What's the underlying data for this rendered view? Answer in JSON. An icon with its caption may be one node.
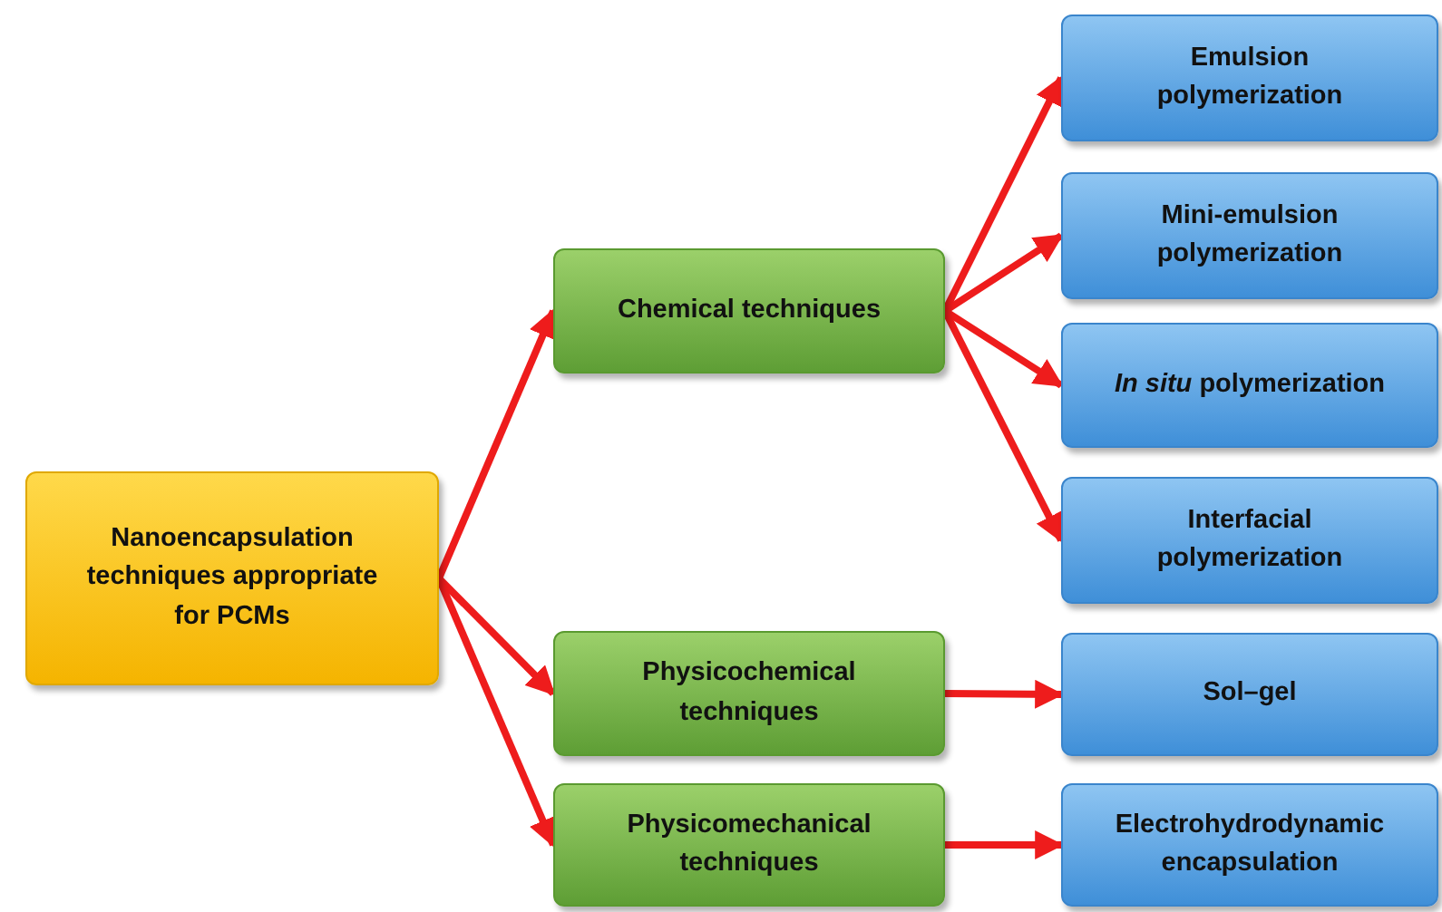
{
  "diagram": {
    "nodes": [
      {
        "text": [
          "Nanoencapsulation techniques appropriate for PCMs"
        ]
      },
      {
        "text": [
          "Chemical techniques"
        ]
      },
      {
        "text": [
          "Emulsion polymerization"
        ]
      },
      {
        "text": [
          "Mini-emulsion polymerization"
        ]
      },
      {
        "text": [
          "*In situ* polymerization"
        ]
      },
      {
        "text": [
          "Interfacial polymerization"
        ]
      },
      {
        "text": [
          "Physicochemical techniques"
        ]
      },
      {
        "text": [
          "Sol–gel"
        ]
      },
      {
        "text": [
          "Physicomechanical techniques"
        ]
      },
      {
        "text": [
          "Electrohydrodynamic encapsulation"
        ]
      }
    ],
    "edges": [
      {
        "from": 0,
        "to": 1,
        "arrow": "to"
      },
      {
        "from": 0,
        "to": 6,
        "arrow": "to"
      },
      {
        "from": 0,
        "to": 8,
        "arrow": "to"
      },
      {
        "from": 1,
        "to": 2,
        "arrow": "to"
      },
      {
        "from": 1,
        "to": 3,
        "arrow": "to"
      },
      {
        "from": 1,
        "to": 4,
        "arrow": "to"
      },
      {
        "from": 1,
        "to": 5,
        "arrow": "to"
      },
      {
        "from": 6,
        "to": 7,
        "arrow": "to"
      },
      {
        "from": 8,
        "to": 9,
        "arrow": "to"
      }
    ]
  }
}
